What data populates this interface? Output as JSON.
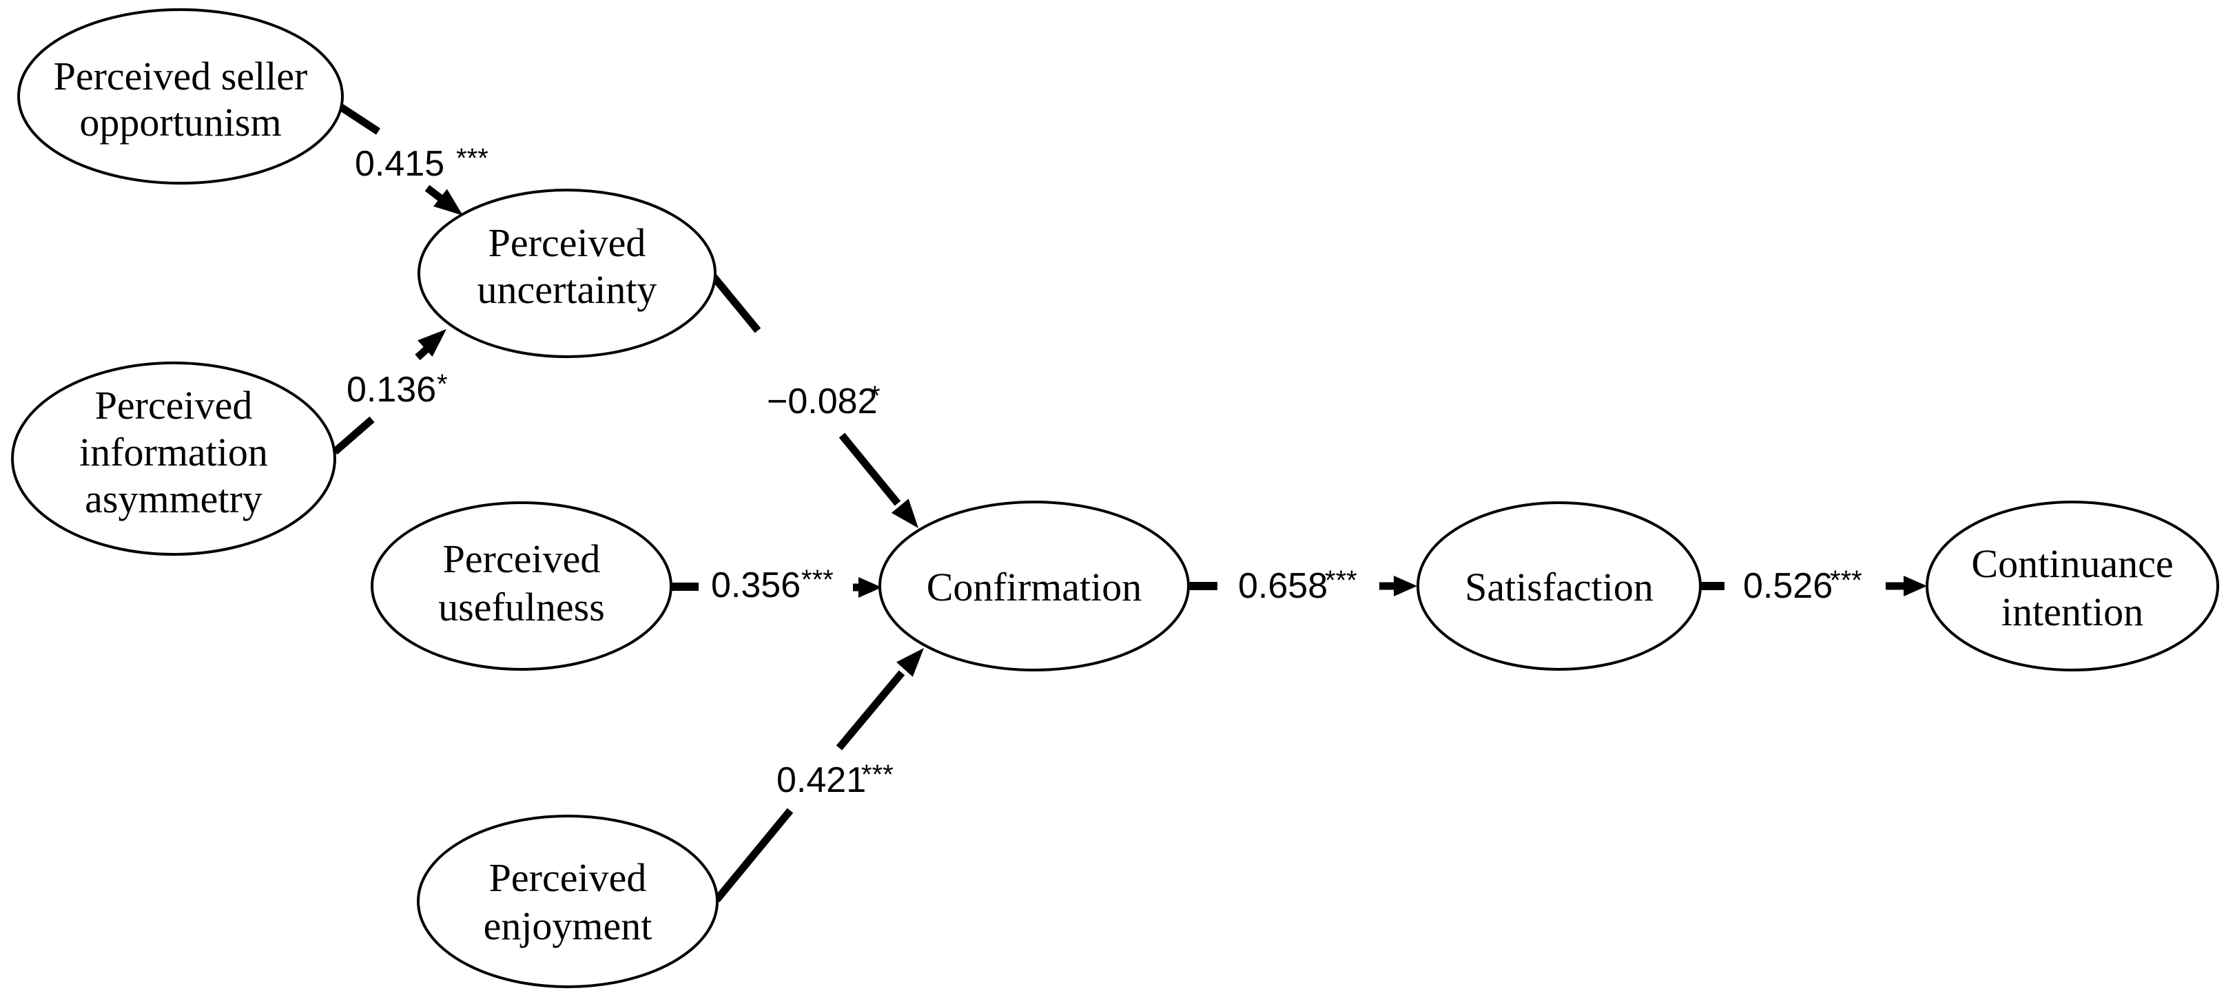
{
  "diagram": {
    "type": "sem-path-diagram",
    "colors": {
      "background": "#ffffff",
      "ink": "#000000"
    },
    "nodes": [
      {
        "id": "perceived-seller-opportunism",
        "label": "Perceived seller opportunism",
        "lines": [
          "Perceived seller",
          "opportunism"
        ]
      },
      {
        "id": "perceived-information-asymmetry",
        "label": "Perceived information asymmetry",
        "lines": [
          "Perceived",
          "information",
          "asymmetry"
        ]
      },
      {
        "id": "perceived-uncertainty",
        "label": "Perceived uncertainty",
        "lines": [
          "Perceived",
          "uncertainty"
        ]
      },
      {
        "id": "perceived-usefulness",
        "label": "Perceived usefulness",
        "lines": [
          "Perceived",
          "usefulness"
        ]
      },
      {
        "id": "perceived-enjoyment",
        "label": "Perceived enjoyment",
        "lines": [
          "Perceived",
          "enjoyment"
        ]
      },
      {
        "id": "confirmation",
        "label": "Confirmation",
        "lines": [
          "Confirmation"
        ]
      },
      {
        "id": "satisfaction",
        "label": "Satisfaction",
        "lines": [
          "Satisfaction"
        ]
      },
      {
        "id": "continuance-intention",
        "label": "Continuance intention",
        "lines": [
          "Continuance",
          "intention"
        ]
      }
    ],
    "paths": [
      {
        "id": "pso-pu",
        "from": "Perceived seller opportunism",
        "to": "Perceived uncertainty",
        "coefficient": "0.415 ",
        "significance": "***"
      },
      {
        "id": "pia-pu",
        "from": "Perceived information asymmetry",
        "to": "Perceived uncertainty",
        "coefficient": "0.136",
        "significance": "*"
      },
      {
        "id": "pu-conf",
        "from": "Perceived uncertainty",
        "to": "Confirmation",
        "coefficient": "−0.082",
        "significance": "*"
      },
      {
        "id": "puse-conf",
        "from": "Perceived usefulness",
        "to": "Confirmation",
        "coefficient": "0.356",
        "significance": "***"
      },
      {
        "id": "pe-conf",
        "from": "Perceived enjoyment",
        "to": "Confirmation",
        "coefficient": "0.421",
        "significance": "***"
      },
      {
        "id": "conf-sat",
        "from": "Confirmation",
        "to": "Satisfaction",
        "coefficient": "0.658",
        "significance": "***"
      },
      {
        "id": "sat-ci",
        "from": "Satisfaction",
        "to": "Continuance intention",
        "coefficient": "0.526",
        "significance": "***"
      }
    ]
  }
}
